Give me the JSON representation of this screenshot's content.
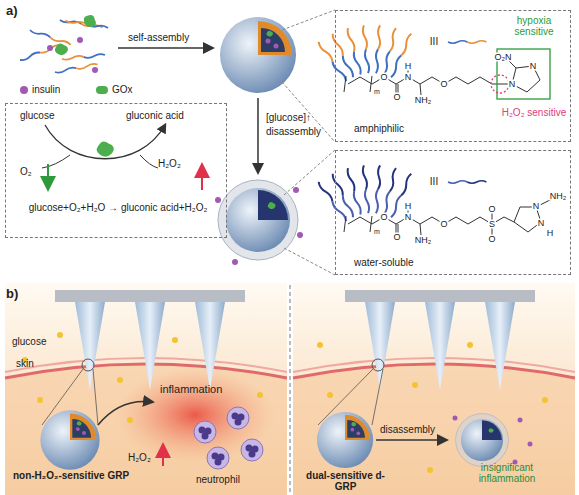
{
  "diagram": {
    "nodes": [
      {
        "text": [
          "glucose",
          "gluconic acid",
          "O₂",
          "H₂O₂",
          "glucose+O₂+H₂O → gluconic acid+H₂O₂"
        ]
      },
      {
        "text": [
          "hypoxia sensitive",
          "H₂O₂ sensitive",
          "amphiphilic"
        ]
      },
      {
        "text": [
          "water-soluble"
        ]
      }
    ],
    "labels": [
      "a)",
      "self-assembly",
      "[glucose]↑",
      "disassembly",
      "m",
      "O",
      "O",
      "N",
      "H",
      "NH₂",
      "O",
      "N",
      "O₂N",
      "N",
      "III",
      "m",
      "O",
      "O",
      "N",
      "H",
      "NH₂",
      "O",
      "S",
      "O",
      "O",
      "N",
      "NH₂",
      "N",
      "H",
      "III",
      "b)",
      "glucose",
      "skin",
      "inflammation",
      "H₂O₂",
      "non-H₂O₂-sensitive GRP",
      "neutrophil",
      "dual-sensitive d-GRP",
      "disassembly",
      "insignificant inflammation"
    ],
    "legend": [
      {
        "text": "insulin",
        "color": "#a05ab4"
      },
      {
        "text": "GOx",
        "color": "#4cae4c"
      }
    ]
  }
}
